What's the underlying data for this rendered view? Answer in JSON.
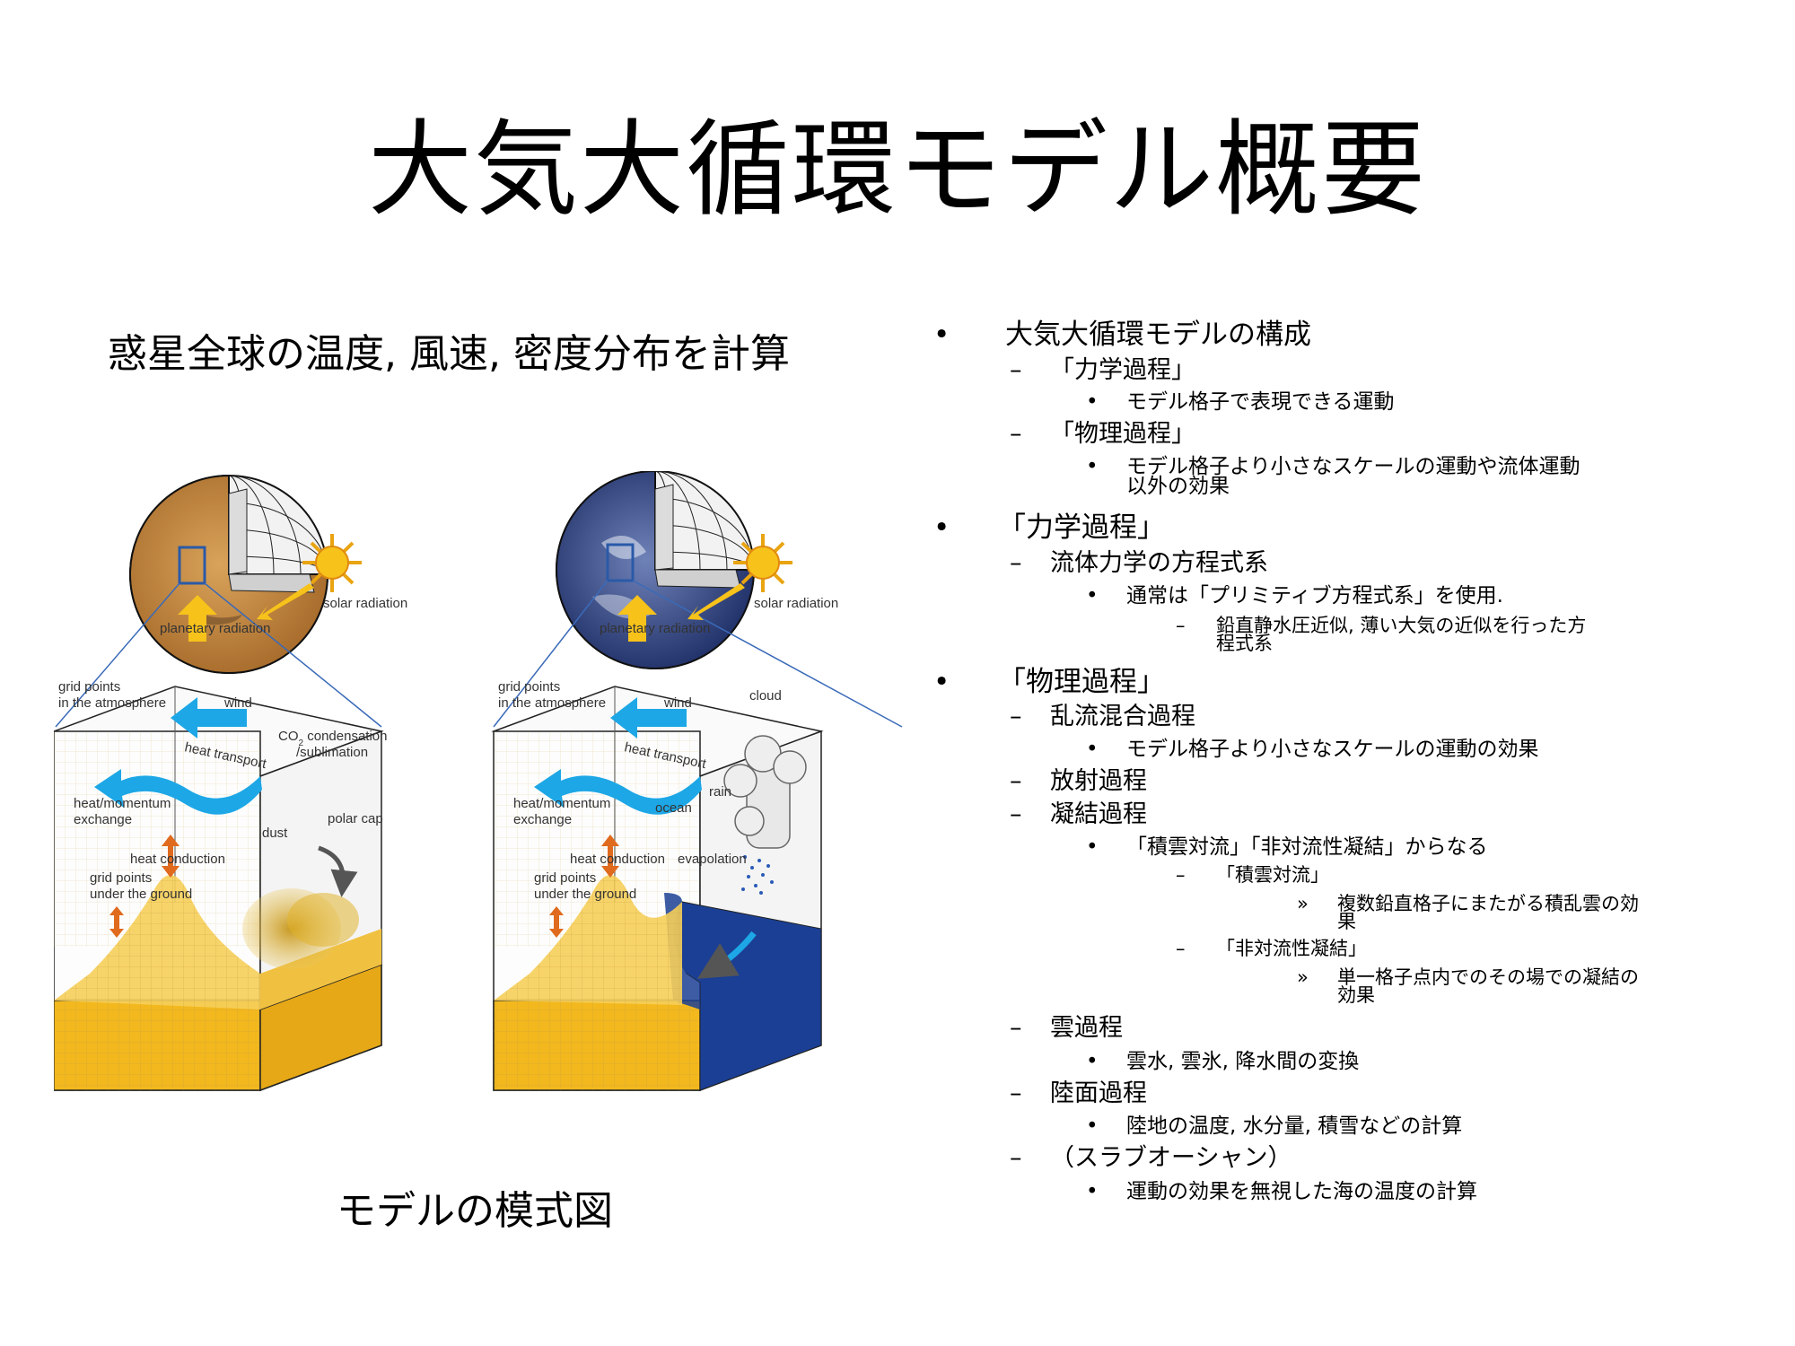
{
  "slide": {
    "title": "大気大循環モデル概要",
    "subtitle": "惑星全球の温度, 風速, 密度分布を計算",
    "caption": "モデルの模式図"
  },
  "figure": {
    "mars": {
      "solar": "solar radiation",
      "planetary": "planetary radiation",
      "grid1": "grid points",
      "grid2": "in the atmosphere",
      "wind": "wind",
      "heat_transport": "heat transport",
      "co2_a": "CO",
      "co2_sub": "2",
      "co2_b": " condensation",
      "co2_c": "/sublimation",
      "hm1": "heat/momentum",
      "hm2": "exchange",
      "dust": "dust",
      "polar": "polar cap",
      "conduction": "heat conduction",
      "ground1": "grid points",
      "ground2": "under the ground"
    },
    "earth": {
      "solar": "solar radiation",
      "planetary": "planetary radiation",
      "grid1": "grid points",
      "grid2": "in the atmosphere",
      "wind": "wind",
      "cloud": "cloud",
      "heat_transport": "heat transport",
      "rain": "rain",
      "hm1": "heat/momentum",
      "hm2": "exchange",
      "ocean": "ocean",
      "conduction": "heat conduction",
      "evap": "evapolation",
      "ground1": "grid points",
      "ground2": "under the ground"
    }
  },
  "bullets": [
    {
      "marker": "•",
      "text": "大気大循環モデルの構成"
    },
    {
      "marker": "–",
      "text": "「力学過程」"
    },
    {
      "marker": "•",
      "text": "モデル格子で表現できる運動"
    },
    {
      "marker": "–",
      "text": "「物理過程」"
    },
    {
      "marker": "•",
      "text": "モデル格子より小さなスケールの運動や流体運動"
    },
    {
      "marker": "",
      "text": "以外の効果"
    },
    {
      "marker": "•",
      "text": "「力学過程」"
    },
    {
      "marker": "–",
      "text": "流体力学の方程式系"
    },
    {
      "marker": "•",
      "text": "通常は「プリミティブ方程式系」を使用."
    },
    {
      "marker": "–",
      "text": "鉛直静水圧近似, 薄い大気の近似を行った方"
    },
    {
      "marker": "",
      "text": "程式系"
    },
    {
      "marker": "•",
      "text": "「物理過程」"
    },
    {
      "marker": "–",
      "text": "乱流混合過程"
    },
    {
      "marker": "•",
      "text": "モデル格子より小さなスケールの運動の効果"
    },
    {
      "marker": "–",
      "text": "放射過程"
    },
    {
      "marker": "–",
      "text": "凝結過程"
    },
    {
      "marker": "•",
      "text": "「積雲対流」「非対流性凝結」からなる"
    },
    {
      "marker": "–",
      "text": "「積雲対流」"
    },
    {
      "marker": "»",
      "text": "複数鉛直格子にまたがる積乱雲の効"
    },
    {
      "marker": "",
      "text": "果"
    },
    {
      "marker": "–",
      "text": "「非対流性凝結」"
    },
    {
      "marker": "»",
      "text": "単一格子点内でのその場での凝結の"
    },
    {
      "marker": "",
      "text": "効果"
    },
    {
      "marker": "–",
      "text": "雲過程"
    },
    {
      "marker": "•",
      "text": "雲水, 雲氷, 降水間の変換"
    },
    {
      "marker": "–",
      "text": "陸面過程"
    },
    {
      "marker": "•",
      "text": "陸地の温度, 水分量, 積雪などの計算"
    },
    {
      "marker": "–",
      "text": "（スラブオーシャン）"
    },
    {
      "marker": "•",
      "text": "運動の効果を無視した海の温度の計算"
    }
  ],
  "colors": {
    "sand": "#f2b81e",
    "mars_surface": "#c98a3c",
    "earth_surface": "#2a3e7a",
    "ocean": "#1b3f94",
    "arrow_blue": "#1da7e6",
    "arrow_orange": "#e06a1e",
    "sun": "#f7c21a"
  }
}
